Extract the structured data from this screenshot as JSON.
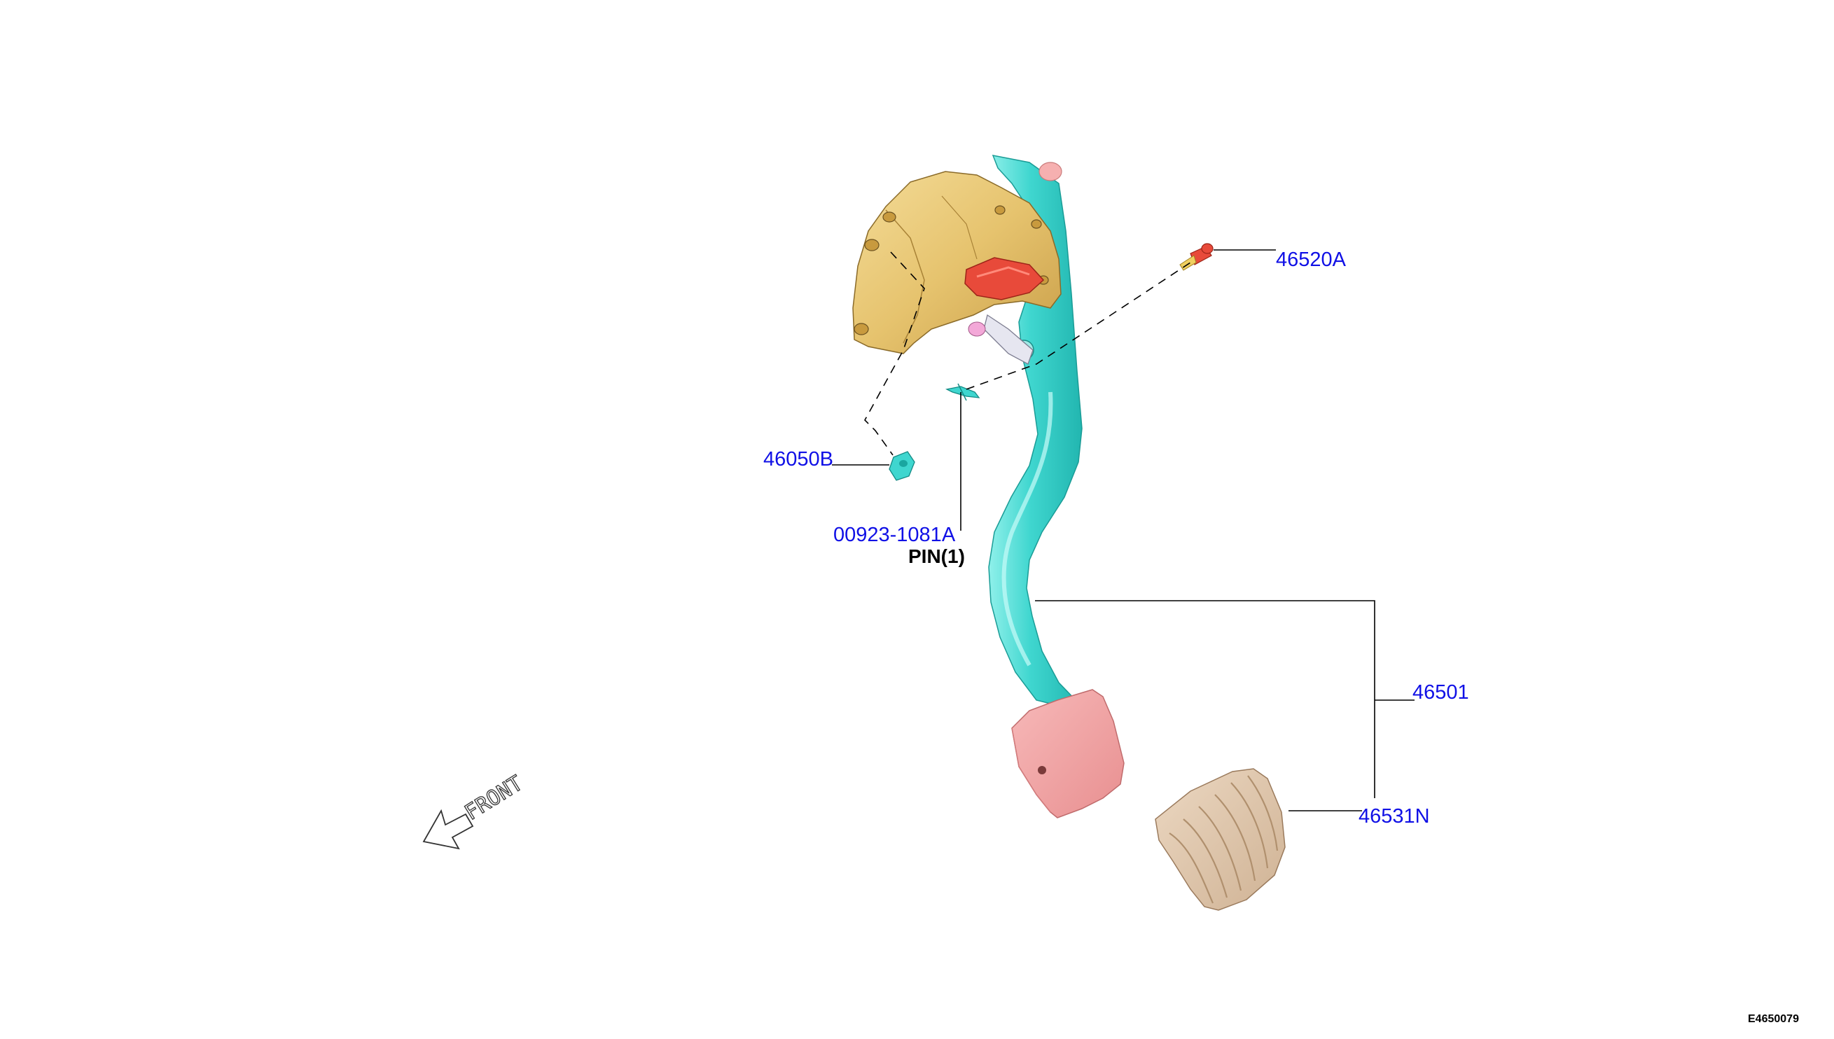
{
  "diagram": {
    "parts": [
      {
        "id": "46520A",
        "label": "46520A"
      },
      {
        "id": "46050B",
        "label": "46050B"
      },
      {
        "id": "00923-1081A",
        "label": "00923-1081A",
        "note": "PIN(1)"
      },
      {
        "id": "46501",
        "label": "46501"
      },
      {
        "id": "46531N",
        "label": "46531N"
      }
    ],
    "direction_label": "FRONT",
    "image_code": "E4650079",
    "colors": {
      "label": "#1010e6",
      "pedal_arm": "#3fd6cf",
      "bracket": "#e8c876",
      "pedal_pad": "#f3a6a6",
      "pad_cover": "#dcc3a8",
      "switch": "#e84a3a"
    }
  }
}
